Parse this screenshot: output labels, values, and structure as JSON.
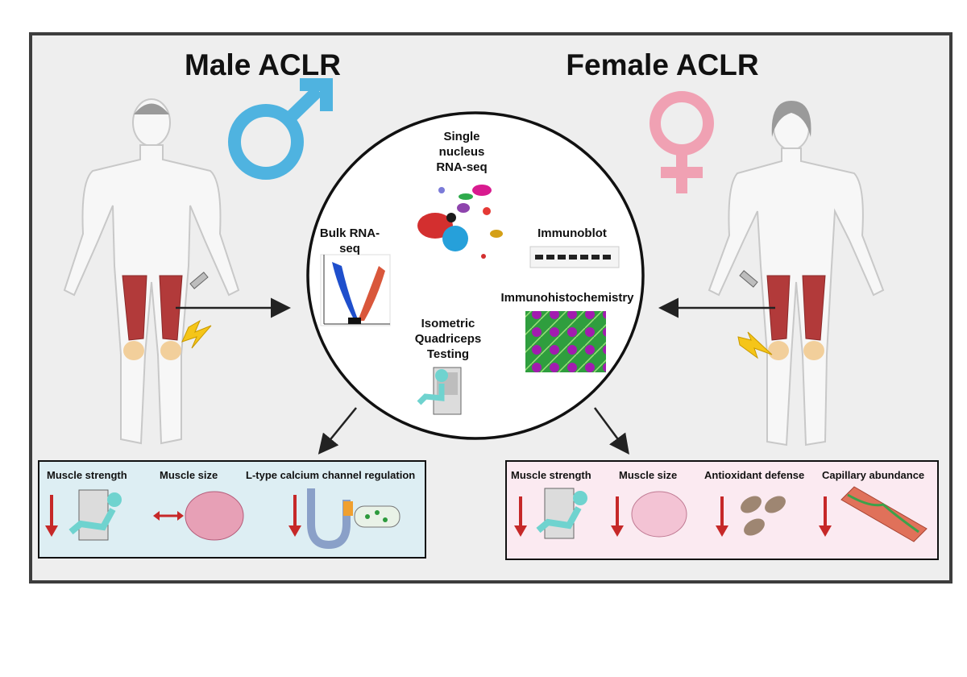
{
  "male": {
    "title": "Male ACLR",
    "outcomes": [
      "Muscle strength",
      "Muscle size",
      "L-type calcium channel regulation"
    ]
  },
  "female": {
    "title": "Female ACLR",
    "outcomes": [
      "Muscle strength",
      "Muscle size",
      "Antioxidant defense",
      "Capillary abundance"
    ]
  },
  "methods": {
    "snrna": "Single nucleus RNA-seq",
    "bulk": "Bulk RNA-seq",
    "immunoblot": "Immunoblot",
    "ihc": "Immunohistochemistry",
    "isometric": "Isometric Quadriceps Testing"
  },
  "colors": {
    "male_symbol": "#4fb3e0",
    "female_symbol": "#f0a1b3",
    "male_box": "#ddeef3",
    "female_box": "#fbeaf1",
    "down_arrow": "#c62828",
    "muscle": "#b23a3a"
  }
}
